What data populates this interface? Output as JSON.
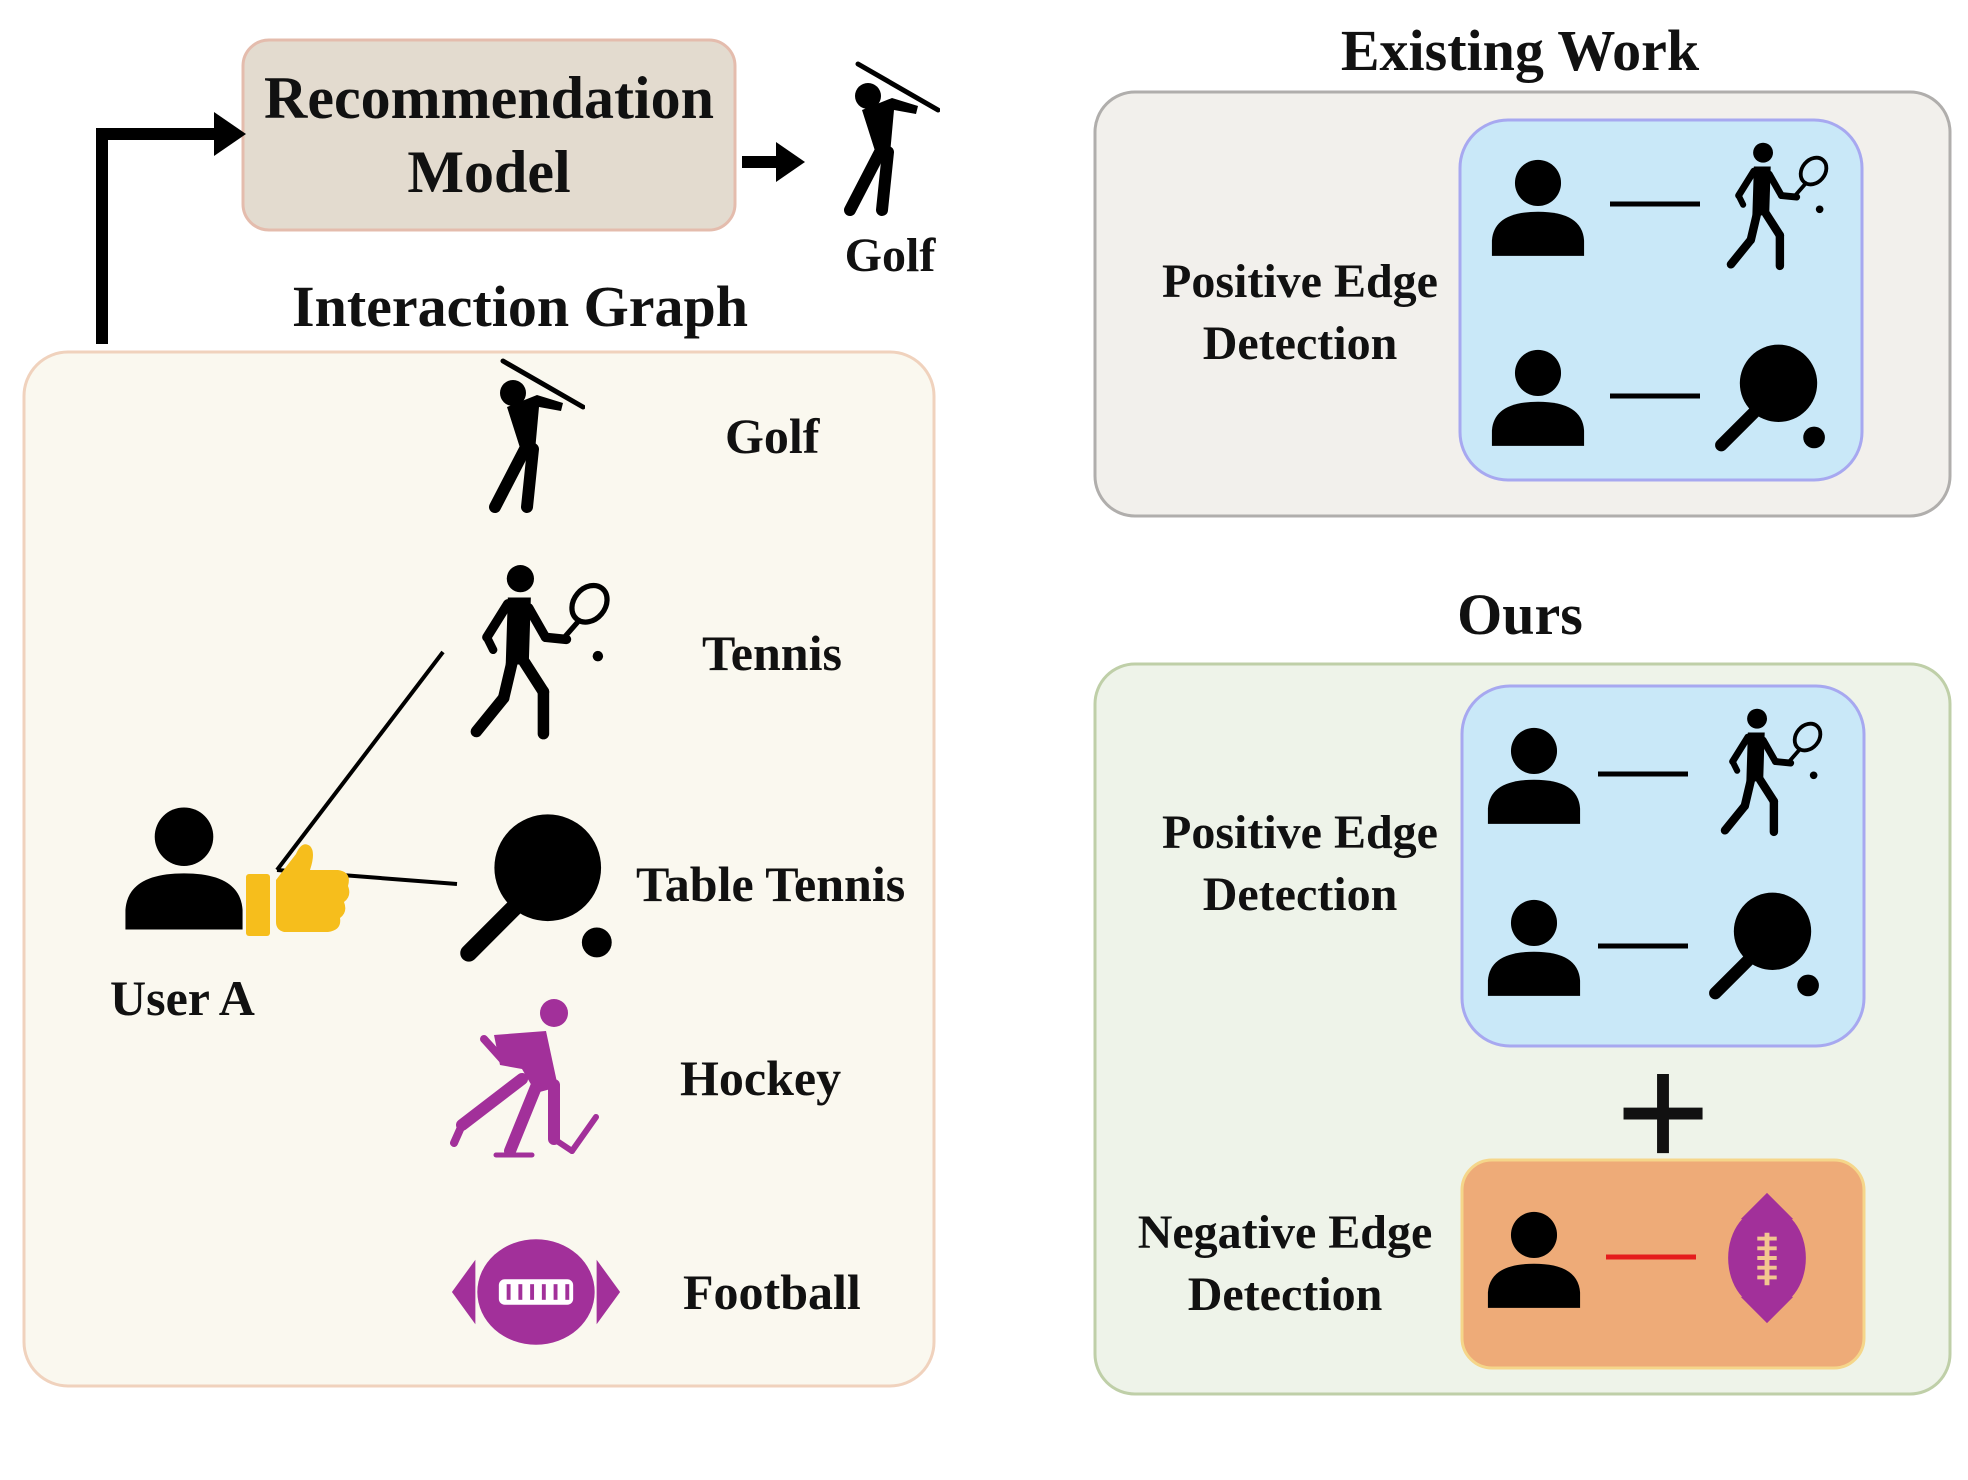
{
  "recommendation_model": {
    "label_line1": "Recommendation",
    "label_line2": "Model",
    "output_label": "Golf"
  },
  "interaction_graph": {
    "title": "Interaction Graph",
    "user_label": "User A",
    "items": [
      {
        "label": "Golf",
        "icon": "golfer-icon"
      },
      {
        "label": "Tennis",
        "icon": "tennis-player-icon"
      },
      {
        "label": "Table Tennis",
        "icon": "table-tennis-icon"
      },
      {
        "label": "Hockey",
        "icon": "hockey-player-icon"
      },
      {
        "label": "Football",
        "icon": "football-icon"
      }
    ],
    "connected_items": [
      "Tennis",
      "Table Tennis"
    ]
  },
  "existing_work": {
    "title": "Existing Work",
    "positive_label_line1": "Positive Edge",
    "positive_label_line2": "Detection"
  },
  "ours": {
    "title": "Ours",
    "positive_label_line1": "Positive Edge",
    "positive_label_line2": "Detection",
    "plus_symbol": "+",
    "negative_label_line1": "Negative Edge",
    "negative_label_line2": "Detection"
  },
  "colors": {
    "model_box_fill": "#e3dbcf",
    "interaction_panel_fill": "#faf8ef",
    "existing_panel_fill": "#f2f0ec",
    "ours_panel_fill": "#eef3e9",
    "positive_box_fill": "#c9e8f8",
    "positive_box_border": "#a7a8f0",
    "negative_box_fill": "#eeab78",
    "negative_box_border": "#f5d68a",
    "hockey_purple": "#a2309a",
    "thumb_yellow": "#f6be1c",
    "negative_edge_red": "#e51c1c"
  }
}
